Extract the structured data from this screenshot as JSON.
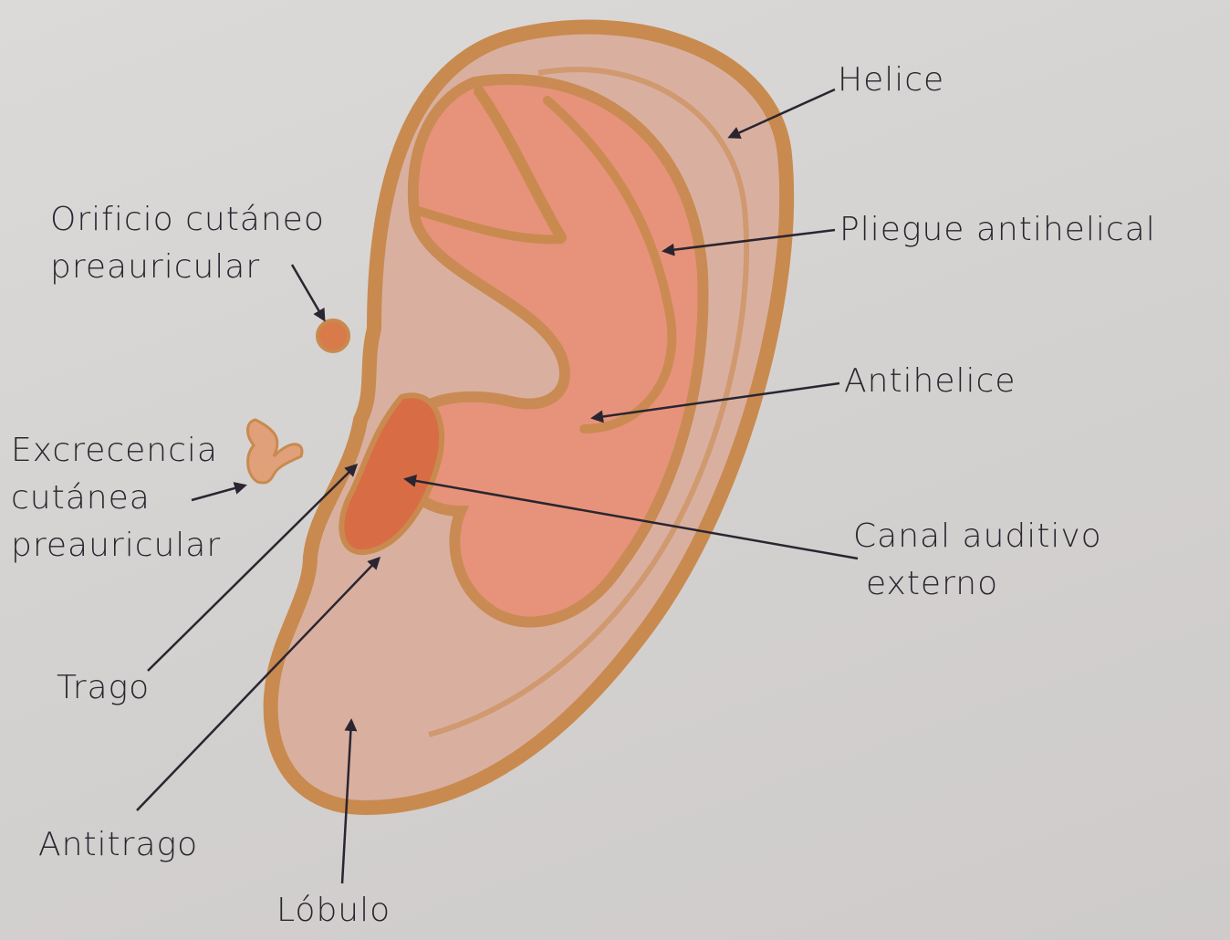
{
  "diagram": {
    "labels": {
      "helice": "Helice",
      "pliegue": "Pliegue antihelical",
      "orificio_1": "Orificio cutáneo",
      "orificio_2": "preauricular",
      "antihelice": "Antihelice",
      "excrecencia_1": "Excrecencia",
      "excrecencia_2": "cutánea",
      "excrecencia_3": "preauricular",
      "canal_1": "Canal auditivo",
      "canal_2": "externo",
      "trago": "Trago",
      "antitrago": "Antitrago",
      "lobulo": "Lóbulo"
    },
    "colors": {
      "outline": "#c98a4f",
      "skin": "#d9a892",
      "inner": "#e8927a",
      "canal": "#d86d45",
      "ink": "#2a2530"
    }
  }
}
